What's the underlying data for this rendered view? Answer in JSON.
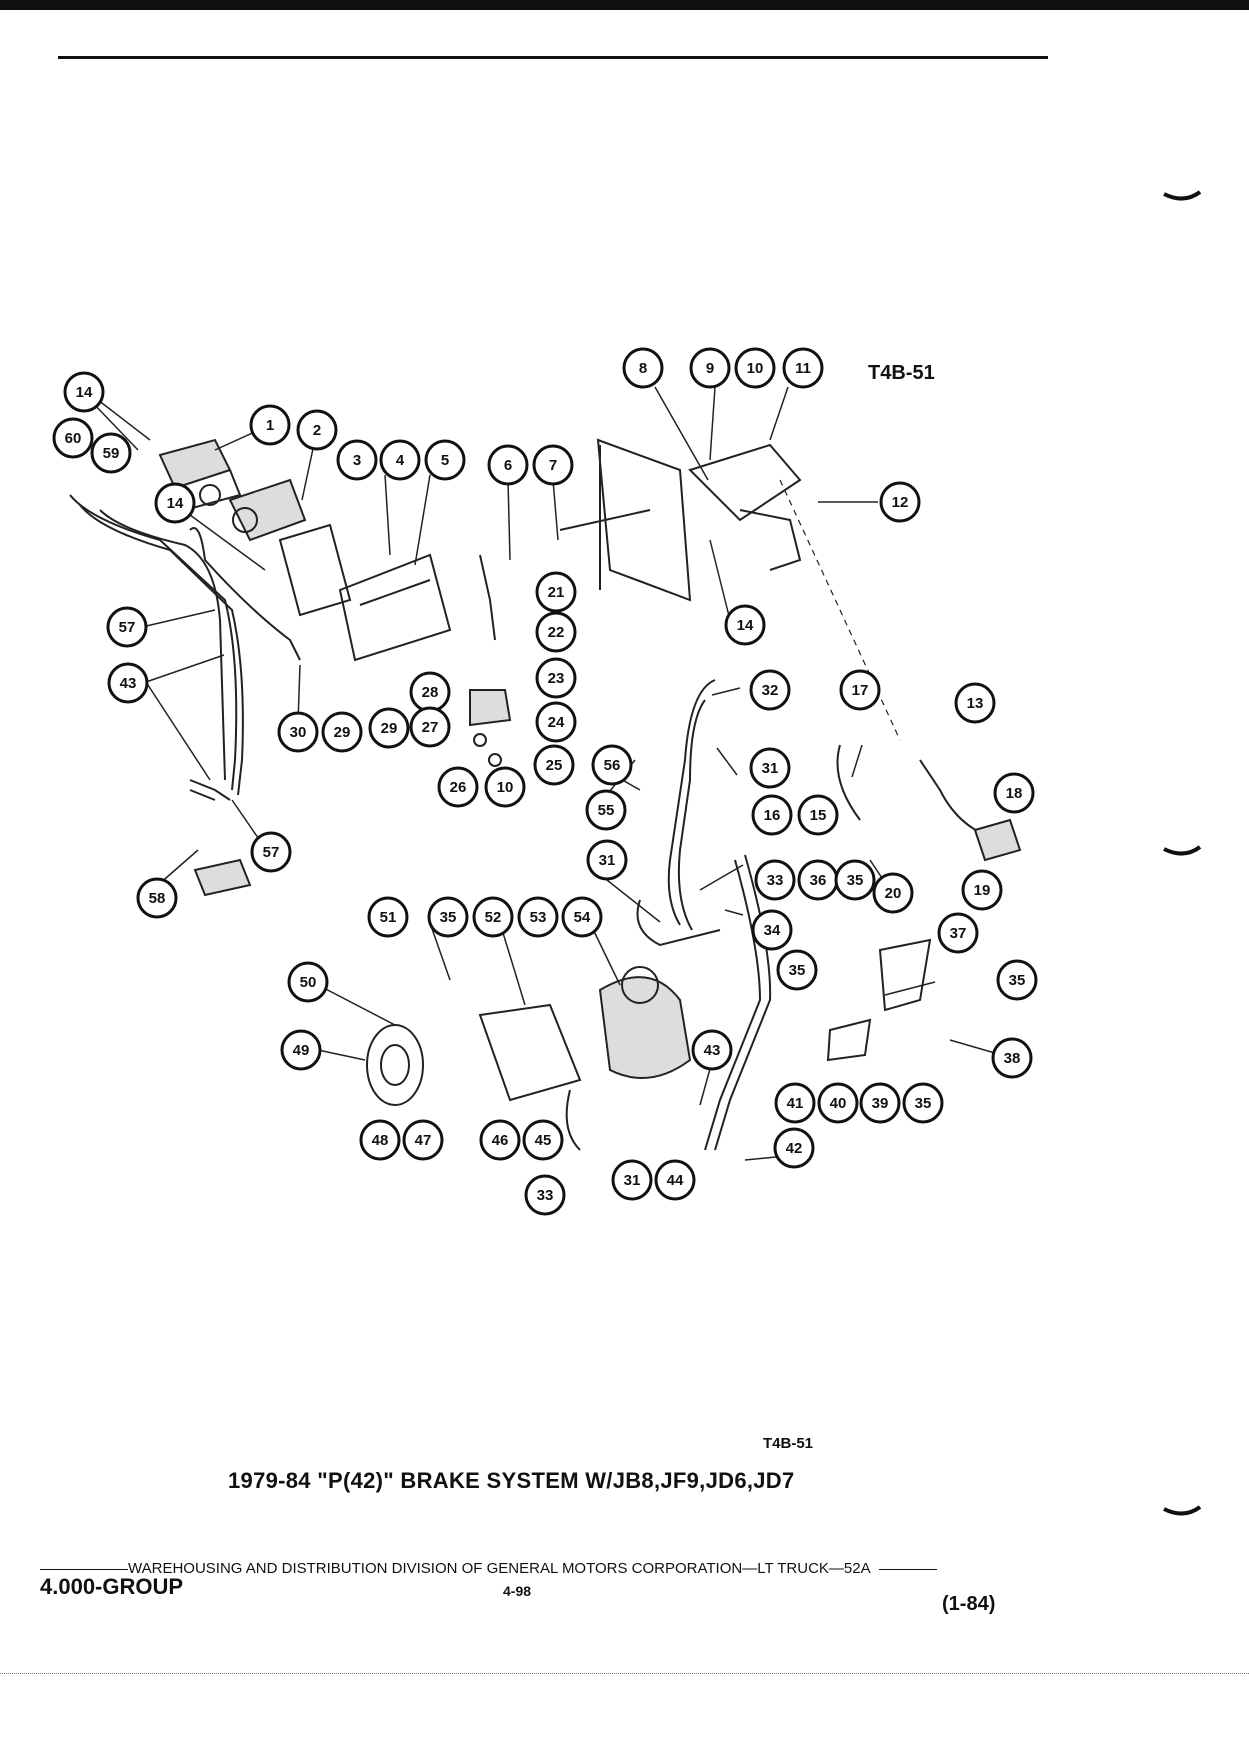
{
  "figure_code": "T4B-51",
  "figure_code_bottom": "T4B-51",
  "caption": "1979-84 \"P(42)\" BRAKE SYSTEM W/JB8,JF9,JD6,JD7",
  "footer": {
    "division_line": "WAREHOUSING AND DISTRIBUTION  DIVISION OF GENERAL MOTORS CORPORATION—LT TRUCK—52A",
    "group": "4.000-GROUP",
    "page_number": "4-98",
    "date_code": "(1-84)"
  },
  "callouts": [
    "1",
    "2",
    "3",
    "4",
    "5",
    "6",
    "7",
    "8",
    "9",
    "10",
    "11",
    "12",
    "13",
    "14",
    "15",
    "16",
    "17",
    "18",
    "19",
    "20",
    "21",
    "22",
    "23",
    "24",
    "25",
    "26",
    "27",
    "28",
    "29",
    "30",
    "31",
    "32",
    "33",
    "34",
    "35",
    "36",
    "37",
    "38",
    "39",
    "40",
    "41",
    "42",
    "43",
    "44",
    "45",
    "46",
    "47",
    "48",
    "49",
    "50",
    "51",
    "52",
    "53",
    "54",
    "55",
    "56",
    "57",
    "58",
    "59",
    "60"
  ]
}
